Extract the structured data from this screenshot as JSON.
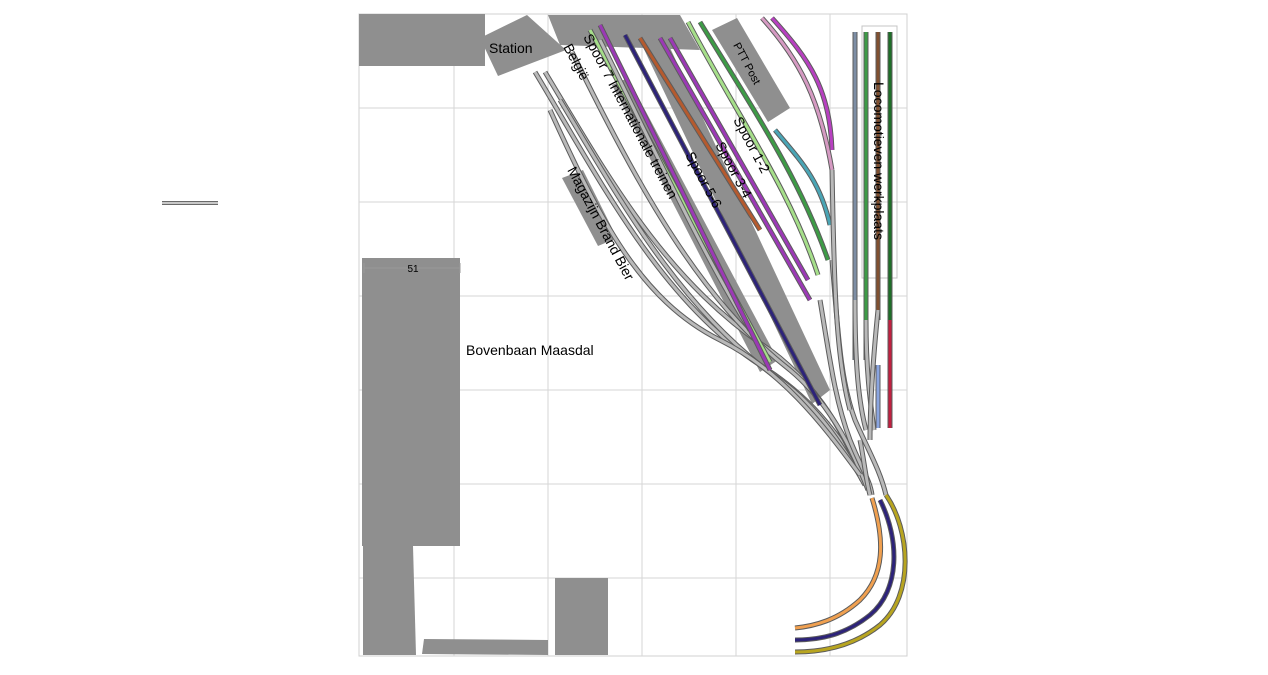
{
  "layout_title": "",
  "labels": {
    "station": "Station",
    "belgie": "België",
    "spoor7": "Spoor 7 Internationale treinen",
    "ptt": "PTT Post",
    "spoor12": "Spoor 1-2",
    "spoor34": "Spoor 3-4",
    "spoor56": "Spoor 5-6",
    "magazijn": "Magazijn Brand Bier",
    "loco": "Locomotieven werkplaats",
    "bovenbaan": "Bovenbaan Maasdal",
    "dimension": "51"
  },
  "colors": {
    "grid": "#d6d6d6",
    "building": "#8f8f8f",
    "rail_gray": "#b9b9b9",
    "rail_edge": "#5c5c5c",
    "purple": "#9b39b5",
    "navy": "#2d2379",
    "orange_brown": "#b55a2e",
    "light_green": "#a6df8a",
    "green": "#3d9b46",
    "teal": "#4aa5b5",
    "pink": "#d59ac2",
    "magenta": "#b740c0",
    "slate": "#7d8ea5",
    "brown": "#805030",
    "red": "#c02040",
    "light_blue": "#8aa5e0",
    "orange": "#f0a050",
    "olive": "#b8a520",
    "dark_green": "#1e6e28"
  }
}
